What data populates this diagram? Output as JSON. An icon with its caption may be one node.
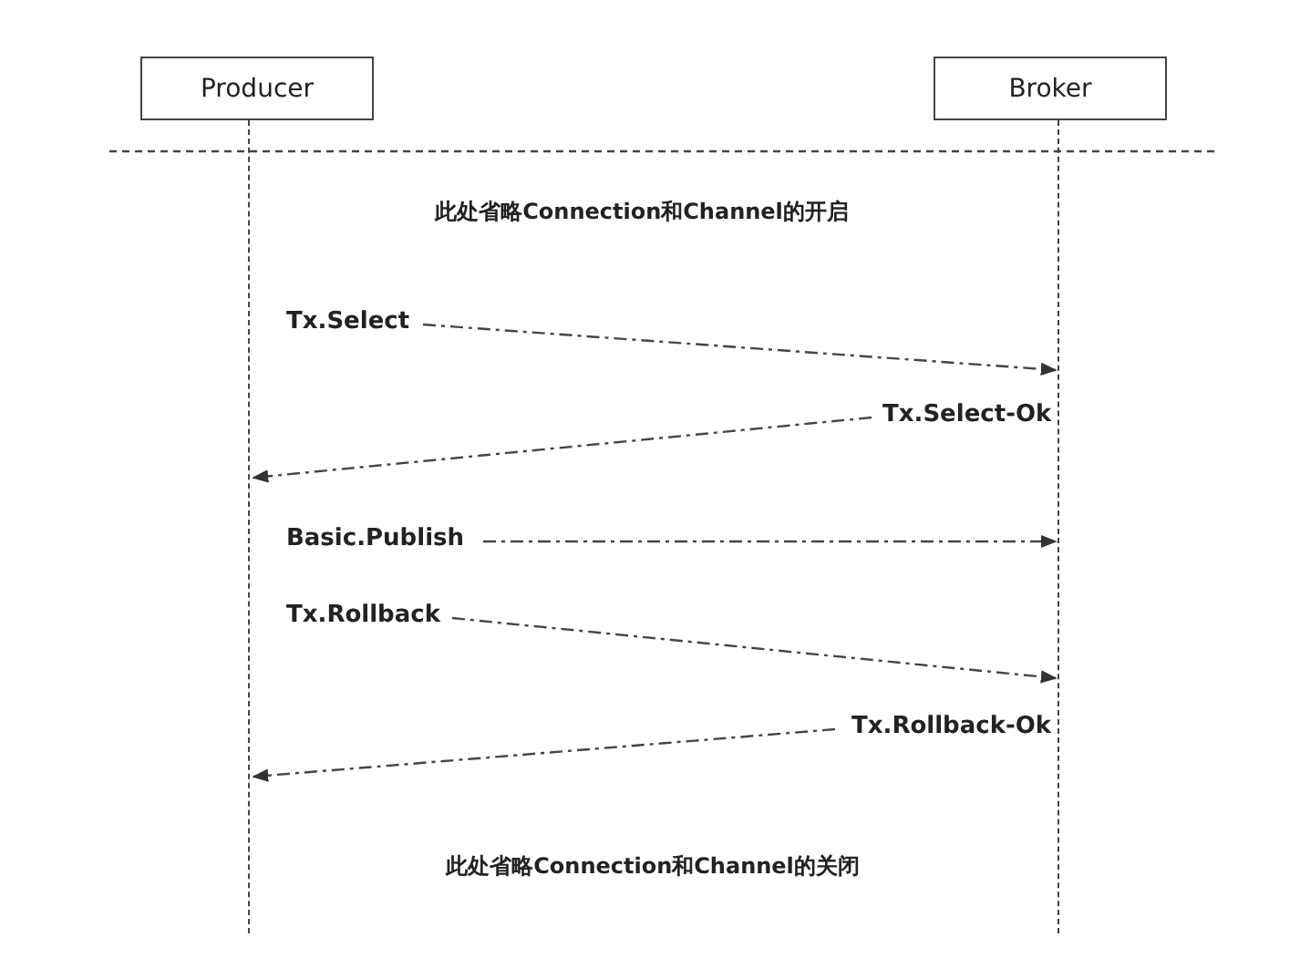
{
  "diagram": {
    "nodes": [
      {
        "text": [
          "Producer"
        ]
      },
      {
        "text": [
          "Broker"
        ]
      },
      {
        "text": [],
        "shape": "line"
      },
      {
        "text": [],
        "shape": "line"
      }
    ],
    "edges": [
      {
        "from": null,
        "to": 3,
        "arrow": "to",
        "label": "Tx.Select",
        "style": "dashed"
      },
      {
        "from": null,
        "to": 2,
        "arrow": "to",
        "label": "Tx.Select-Ok",
        "style": "dashed"
      },
      {
        "from": null,
        "to": 3,
        "arrow": "to",
        "label": "Basic.Publish",
        "style": "dashed"
      },
      {
        "from": null,
        "to": 3,
        "arrow": "to",
        "label": "Tx.Rollback",
        "style": "dashed"
      },
      {
        "from": null,
        "to": 2,
        "arrow": "to",
        "label": "Tx.Rollback-Ok",
        "style": "dashed"
      }
    ],
    "labels": [
      "此处省略Connection和Channel的开启",
      "此处省略Connection和Channel的关闭"
    ]
  }
}
